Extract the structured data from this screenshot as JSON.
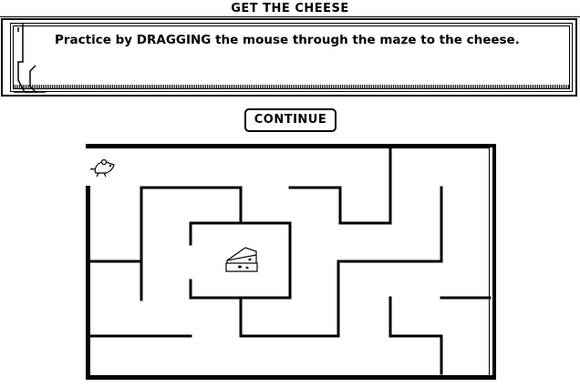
{
  "window": {
    "title": "GET THE CHEESE"
  },
  "instructions": {
    "text": "Practice by DRAGGING the mouse through the maze to the cheese."
  },
  "buttons": {
    "continue_label": "CONTINUE"
  },
  "icons": {
    "mouse": "mouse-icon",
    "cheese": "cheese-icon",
    "text_cursor": "ibeam-cursor-icon"
  },
  "colors": {
    "foreground": "#000000",
    "background": "#ffffff"
  }
}
